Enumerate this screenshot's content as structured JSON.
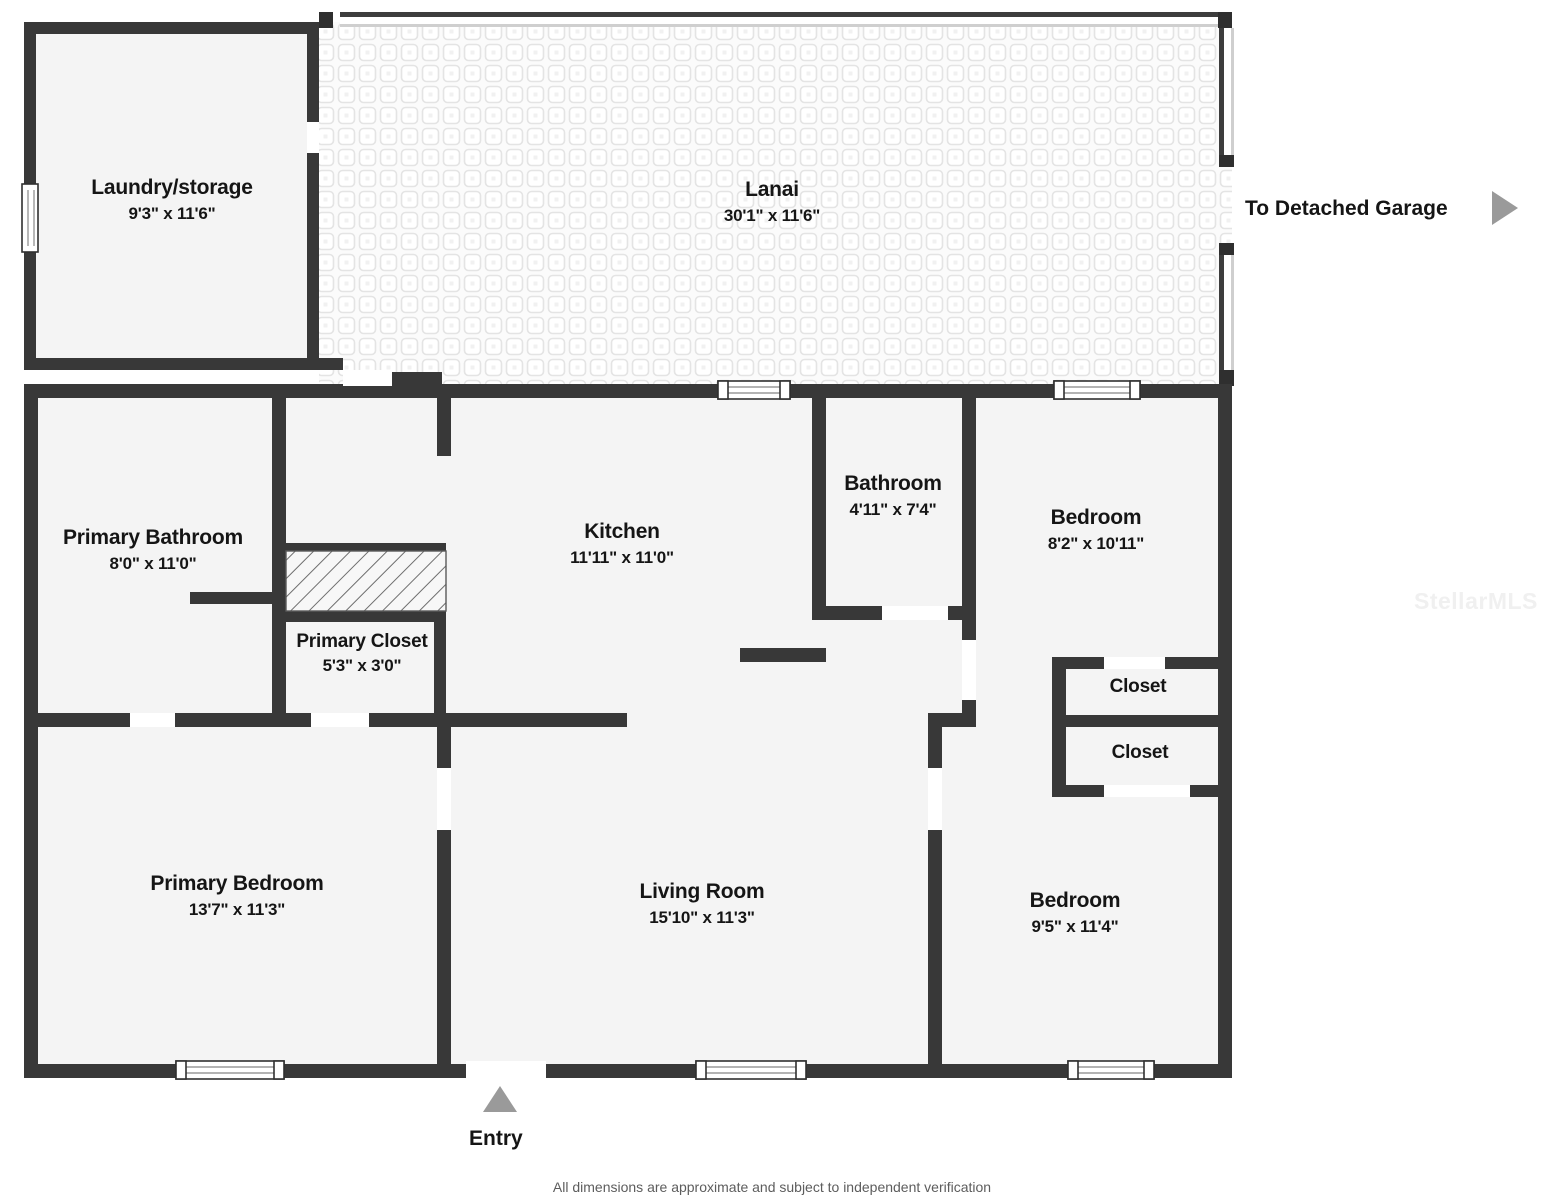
{
  "document": {
    "type": "floor-plan",
    "disclaimer": "All dimensions are approximate and subject to independent verification",
    "watermark": "StellarMLS"
  },
  "rooms": [
    {
      "key": "laundry",
      "name": "Laundry/storage",
      "dimensions": "9'3\" x 11'6\""
    },
    {
      "key": "lanai",
      "name": "Lanai",
      "dimensions": "30'1\" x 11'6\""
    },
    {
      "key": "primary_bathroom",
      "name": "Primary Bathroom",
      "dimensions": "8'0\" x 11'0\""
    },
    {
      "key": "primary_closet",
      "name": "Primary Closet",
      "dimensions": "5'3\" x 3'0\""
    },
    {
      "key": "kitchen",
      "name": "Kitchen",
      "dimensions": "11'11\" x 11'0\""
    },
    {
      "key": "bathroom",
      "name": "Bathroom",
      "dimensions": "4'11\" x 7'4\""
    },
    {
      "key": "bedroom_upper",
      "name": "Bedroom",
      "dimensions": "8'2\" x 10'11\""
    },
    {
      "key": "closet_upper",
      "name": "Closet",
      "dimensions": ""
    },
    {
      "key": "closet_lower",
      "name": "Closet",
      "dimensions": ""
    },
    {
      "key": "primary_bedroom",
      "name": "Primary Bedroom",
      "dimensions": "13'7\" x 11'3\""
    },
    {
      "key": "living_room",
      "name": "Living Room",
      "dimensions": "15'10\" x 11'3\""
    },
    {
      "key": "bedroom_lower",
      "name": "Bedroom",
      "dimensions": "9'5\" x 11'4\""
    }
  ],
  "annotations": {
    "detached_garage": "To Detached Garage",
    "entry": "Entry"
  },
  "colors": {
    "wall": "#383838",
    "floor": "#f4f4f4",
    "text": "#151515",
    "arrow": "#9a9a9a",
    "window": "#ffffff",
    "watermark": "#f0f0f0"
  }
}
